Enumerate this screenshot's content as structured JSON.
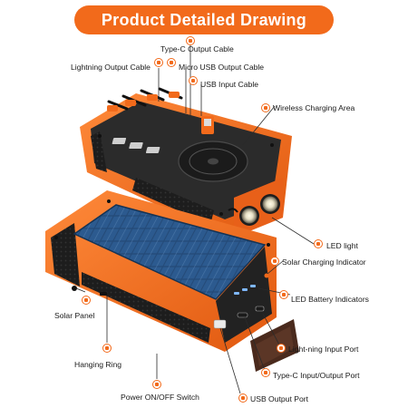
{
  "title": "Product  Detailed Drawing",
  "labels": {
    "typec_output_cable": "Type-C Output Cable",
    "lightning_output_cable": "Lightning Output Cable",
    "micro_usb_output_cable": "Micro USB Output Cable",
    "usb_input_cable": "USB Input Cable",
    "wireless_charging_area": "Wireless Charging Area",
    "led_light": "LED light",
    "solar_charging_indicator": "Solar Charging Indicator",
    "solar_panel": "Solar Panel",
    "led_battery_indicators": "LED Battery Indicators",
    "lightning_input_port": "Light-ning Input Port",
    "hanging_ring": "Hanging Ring",
    "typec_io_port": "Type-C Input/Output Port",
    "power_switch": "Power ON/OFF Switch",
    "usb_output_port": "USB Output Port"
  },
  "colors": {
    "accent": "#f26a1b",
    "body_dark": "#2a2a2a",
    "panel_blue": "#1f3f66"
  }
}
